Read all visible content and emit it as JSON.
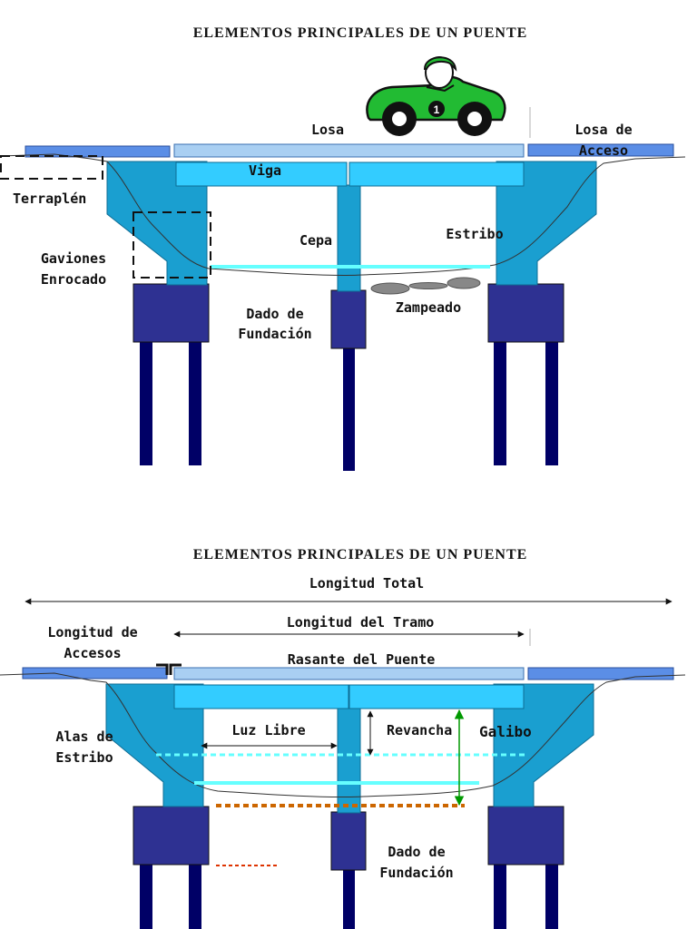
{
  "colors": {
    "deck": "#a9cff2",
    "approach_slab": "#5b8ee6",
    "beam": "#33ccff",
    "abutment": "#1a9fd0",
    "footing": "#2e3192",
    "pile": "#000066",
    "water": "#66ffff",
    "stone": "#888888",
    "car": "#22bb33",
    "dotted_orange": "#cc6600",
    "dotted_red": "#dd3300",
    "arrow_green": "#009900"
  },
  "top": {
    "title": "ELEMENTOS PRINCIPALES DE UN PUENTE",
    "labels": {
      "losa": "Losa",
      "losa_acceso_1": "Losa de",
      "losa_acceso_2": "Acceso",
      "viga": "Viga",
      "terraplen": "Terraplén",
      "gaviones": "Gaviones",
      "enrocado": "Enrocado",
      "cepa": "Cepa",
      "estribo": "Estribo",
      "zampeado": "Zampeado",
      "dado_1": "Dado de",
      "dado_2": "Fundación"
    },
    "car_number": "1"
  },
  "bottom": {
    "title": "ELEMENTOS PRINCIPALES DE UN PUENTE",
    "labels": {
      "longitud_total": "Longitud Total",
      "longitud_accesos_1": "Longitud de",
      "longitud_accesos_2": "Accesos",
      "longitud_tramo": "Longitud del Tramo",
      "rasante": "Rasante del Puente",
      "alas_1": "Alas de",
      "alas_2": "Estribo",
      "luz_libre": "Luz Libre",
      "revancha": "Revancha",
      "galibo": "Galibo",
      "dado_1": "Dado de",
      "dado_2": "Fundación"
    }
  }
}
